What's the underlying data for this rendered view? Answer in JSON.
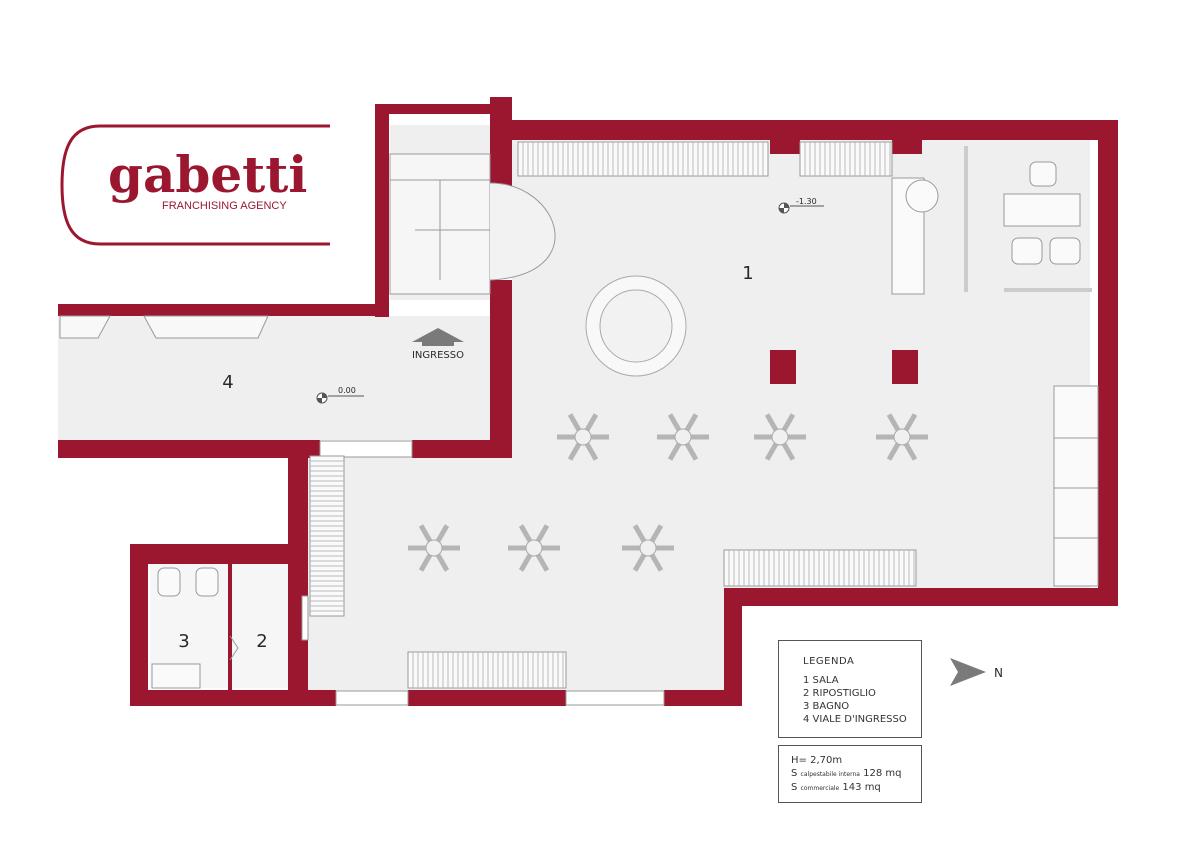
{
  "logo": {
    "brand": "gabetti",
    "tagline": "FRANCHISING AGENCY",
    "color": "#9b1730"
  },
  "colors": {
    "wall": "#9b1730",
    "floor": "#efefef",
    "furniture": "#b5b5b5",
    "arrow": "#7a7a7a"
  },
  "plan": {
    "room_labels": [
      {
        "id": "1",
        "text": "1"
      },
      {
        "id": "2",
        "text": "2"
      },
      {
        "id": "3",
        "text": "3"
      },
      {
        "id": "4",
        "text": "4"
      }
    ],
    "entrance_label": "INGRESSO",
    "level_markers": [
      {
        "value": "-1.30"
      },
      {
        "value": "0.00"
      }
    ],
    "north_label": "N"
  },
  "legend": {
    "title": "LEGENDA",
    "items": [
      "1 SALA",
      "2 RIPOSTIGLIO",
      "3 BAGNO",
      "4 VIALE D'INGRESSO"
    ]
  },
  "info": {
    "height": "H= 2,70m",
    "surface_internal_prefix": "S",
    "surface_internal_sub": "calpestabile interna",
    "surface_internal_value": "128 mq",
    "surface_commercial_prefix": "S",
    "surface_commercial_sub": "commerciale",
    "surface_commercial_value": "143 mq"
  }
}
